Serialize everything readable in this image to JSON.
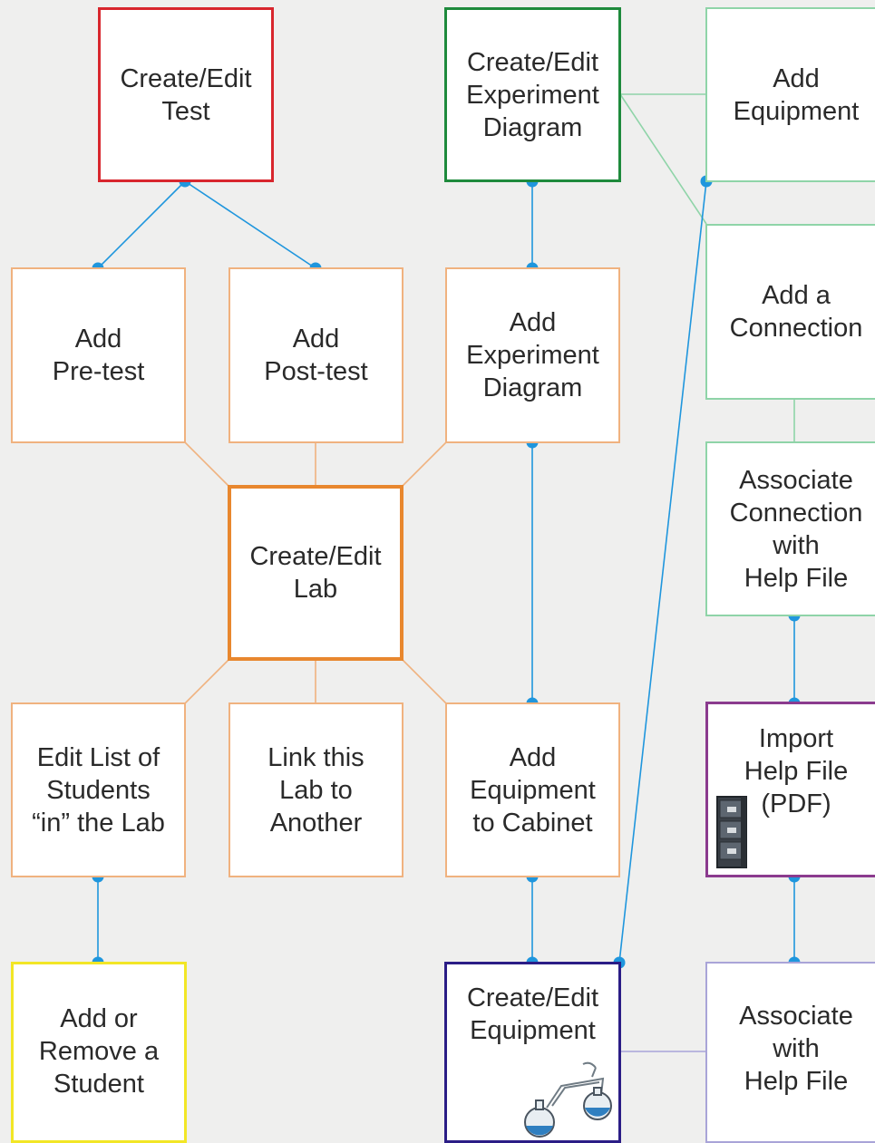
{
  "diagram": {
    "colors": {
      "background": "#efefee",
      "connector": "#1f96dd",
      "orange": "#f0b27f",
      "orange_strong": "#e8872e",
      "red": "#d8262d",
      "green_strong": "#1e8a3c",
      "green_light": "#8fd4a8",
      "purple": "#8b3b8e",
      "navy": "#2b1d86",
      "lavender": "#a9a4d8",
      "yellow": "#f2e626"
    },
    "nodes": {
      "create_edit_test": "Create/Edit\nTest",
      "create_edit_experiment_diagram": "Create/Edit\nExperiment\nDiagram",
      "add_equipment": "Add\nEquipment",
      "add_pre_test": "Add\nPre-test",
      "add_post_test": "Add\nPost-test",
      "add_experiment_diagram": "Add\nExperiment\nDiagram",
      "add_a_connection": "Add a\nConnection",
      "associate_connection_help": "Associate\nConnection\nwith\nHelp File",
      "create_edit_lab": "Create/Edit\nLab",
      "edit_list_students": "Edit List of\nStudents\n“in” the Lab",
      "link_lab": "Link this\nLab to\nAnother",
      "add_equipment_cabinet": "Add\nEquipment\nto Cabinet",
      "import_help_file": "Import\nHelp File\n(PDF)",
      "add_remove_student": "Add or\nRemove a\nStudent",
      "create_edit_equipment": "Create/Edit\nEquipment",
      "associate_help": "Associate\nwith\nHelp File"
    },
    "icons": [
      "filing-cabinet-icon",
      "lab-flask-apparatus-icon"
    ]
  }
}
